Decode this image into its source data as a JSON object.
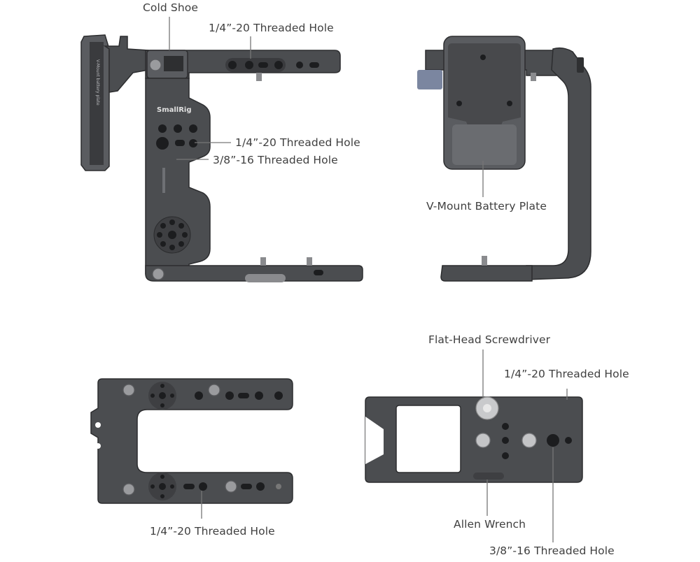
{
  "labels": {
    "cold_shoe": "Cold Shoe",
    "top_threaded_hole": "1/4”-20 Threaded Hole",
    "side_threaded_hole": "1/4”-20 Threaded Hole",
    "side_threaded_hole_38": "3/8”-16 Threaded Hole",
    "vmount_plate": "V-Mount Battery Plate",
    "flat_head_screwdriver": "Flat-Head Screwdriver",
    "right_threaded_hole": "1/4”-20 Threaded Hole",
    "allen_wrench": "Allen Wrench",
    "bottom_right_threaded_hole_38": "3/8”-16 Threaded Hole",
    "bottom_left_threaded_hole": "1/4”-20 Threaded Hole"
  },
  "engravings": {
    "brand": "SmallRig",
    "battery_plate_text": "V-Mount battery plate"
  },
  "colors": {
    "metal_dark": "#4b4d50",
    "metal_edge": "#2c2d2f",
    "hole": "#1c1d1f",
    "screw": "#9a9b9e",
    "label_text": "#3f3f3f",
    "leader_line": "#777777"
  }
}
